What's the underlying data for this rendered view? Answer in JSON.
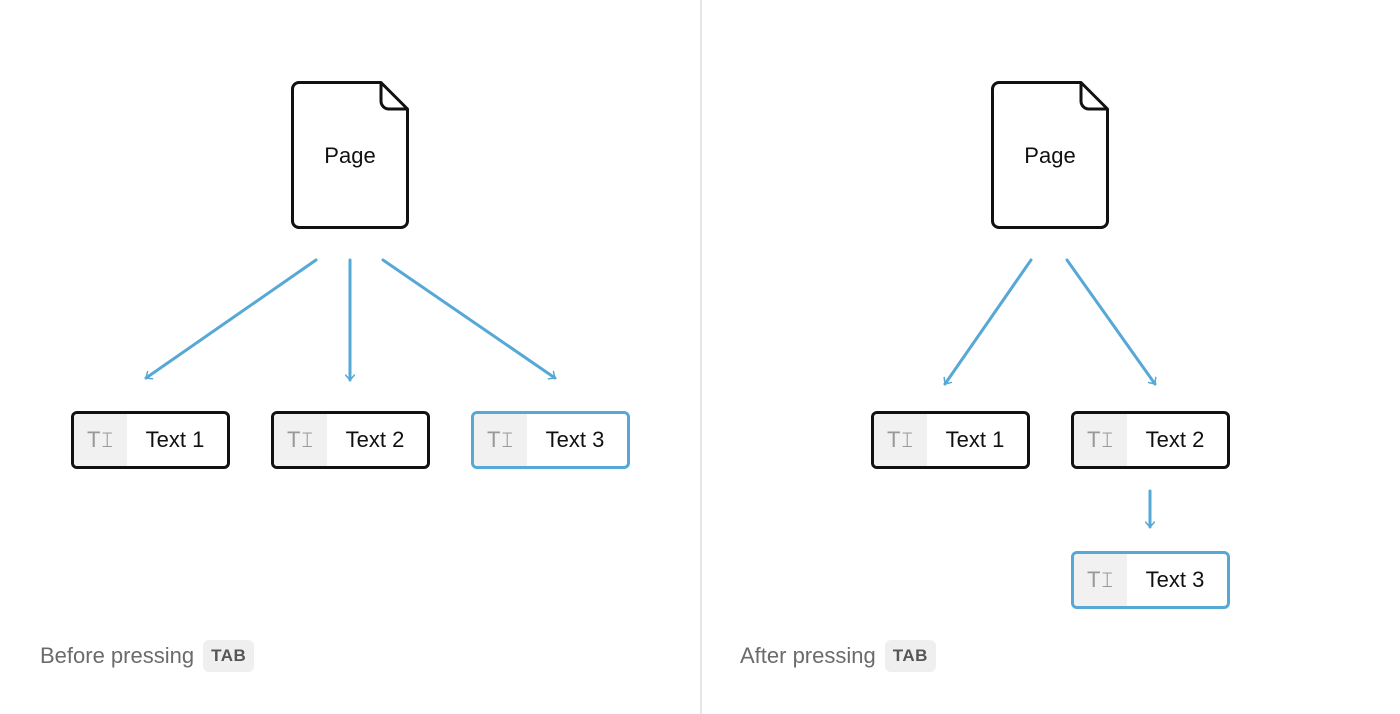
{
  "colors": {
    "arrow": "#56a8d6",
    "selected_border": "#56a8d6",
    "border": "#111111"
  },
  "before": {
    "page_label": "Page",
    "blocks": [
      {
        "icon": "text-icon",
        "label": "Text 1",
        "selected": false
      },
      {
        "icon": "text-icon",
        "label": "Text 2",
        "selected": false
      },
      {
        "icon": "text-icon",
        "label": "Text 3",
        "selected": true
      }
    ],
    "caption": "Before pressing",
    "key": "TAB"
  },
  "after": {
    "page_label": "Page",
    "blocks": [
      {
        "icon": "text-icon",
        "label": "Text 1",
        "selected": false
      },
      {
        "icon": "text-icon",
        "label": "Text 2",
        "selected": false
      },
      {
        "icon": "text-icon",
        "label": "Text 3",
        "selected": true,
        "nested_under": "Text 2"
      }
    ],
    "caption": "After pressing",
    "key": "TAB"
  },
  "text_icon_glyph": "T𝙸"
}
